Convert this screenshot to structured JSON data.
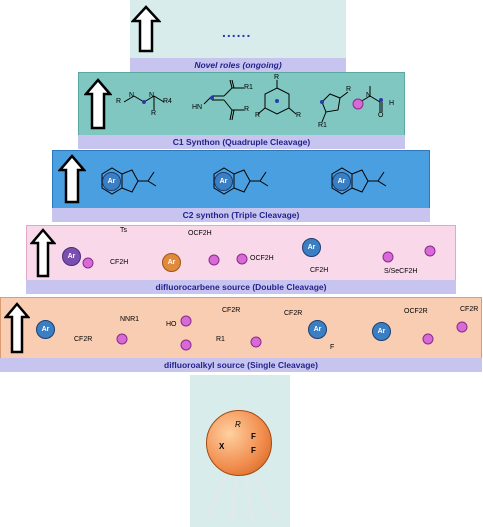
{
  "top": {
    "caption": "Novel roles (ongoing)",
    "dots": "......"
  },
  "tier1": {
    "caption": "C1 Synthon (Quadruple Cleavage)",
    "labels": {
      "r": "R",
      "r1": "R",
      "r2": "R",
      "r4": "R4",
      "r5": "R",
      "r6": "R1",
      "r7": "R",
      "r8": "R",
      "r9": "R",
      "r10": "R",
      "r11": "R1",
      "n1": "N",
      "n2": "N",
      "n3": "HN",
      "o": "O",
      "h": "H",
      "n5": "N"
    }
  },
  "tier2": {
    "caption": "C2 synthon (Triple Cleavage)",
    "ar": "Ar"
  },
  "tier3": {
    "caption": "difluorocarbene source (Double Cleavage)",
    "ar": "Ar",
    "ts": "Ts",
    "ocf2h": "OCF2H",
    "cf2h": "CF2H",
    "sse": "S/SeCF2H",
    "ocf2h2": "OCF2H",
    "cf2h2": "CF2H"
  },
  "tier4": {
    "caption": "difluoroalkyl source (Single Cleavage)",
    "ar": "Ar",
    "cf2r": "CF2R",
    "nnr": "NNR1",
    "ho": "HO",
    "r1": "R1",
    "ocf2r": "OCF2R",
    "f": "F"
  },
  "reagent": {
    "r": "R",
    "x": "X",
    "f1": "F",
    "f2": "F"
  },
  "colors": {
    "tier1": "#7fc7c0",
    "tier2": "#4a9fe0",
    "tier3": "#f9d8ea",
    "tier4": "#f8cdb2",
    "caption": "#c8c4f0",
    "pillar": "#d8ecec",
    "sphere": "#f08a4a"
  }
}
